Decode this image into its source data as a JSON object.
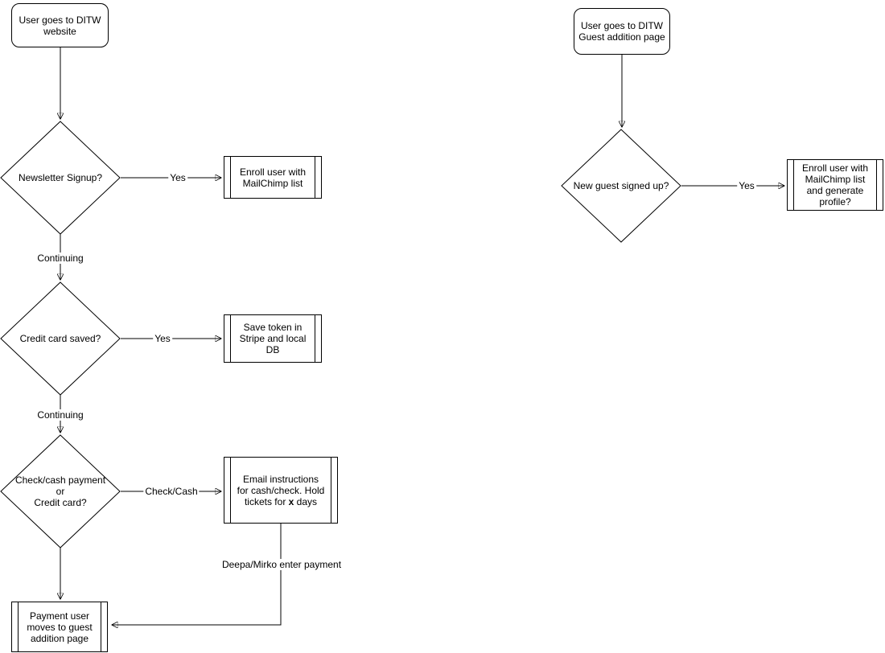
{
  "diagram": {
    "colors": {
      "stroke": "#000000",
      "fill": "#ffffff"
    },
    "left": {
      "start": "User goes to DITW\nwebsite",
      "decision_newsletter": "Newsletter Signup?",
      "label_yes_1": "Yes",
      "process_enroll": "Enroll user with\nMailChimp list",
      "label_continuing_1": "Continuing",
      "decision_credit_card": "Credit card saved?",
      "label_yes_2": "Yes",
      "process_save_token": "Save token in\nStripe and local\nDB",
      "label_continuing_2": "Continuing",
      "decision_payment": "Check/cash payment\nor\nCredit card?",
      "label_check_cash": "Check/Cash",
      "process_email_pre": "Email instructions\nfor cash/check. Hold\ntickets for ",
      "process_email_bold": "x",
      "process_email_post": " days",
      "label_deepa_mirko": "Deepa/Mirko enter payment",
      "end": "Payment user\nmoves to guest\naddition page"
    },
    "right": {
      "start": "User goes to DITW\nGuest addition page",
      "decision_new_guest": "New guest signed up?",
      "label_yes": "Yes",
      "process_enroll_profile": "Enroll user with\nMailChimp list\nand generate\nprofile?"
    }
  }
}
